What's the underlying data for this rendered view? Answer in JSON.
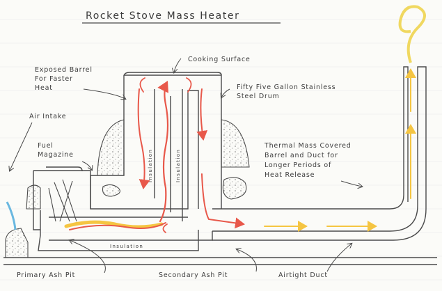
{
  "title": "Rocket Stove Mass Heater",
  "labels": {
    "cooking_surface": "Cooking Surface",
    "exposed_barrel_1": "Exposed Barrel",
    "exposed_barrel_2": "For Faster",
    "exposed_barrel_3": "Heat",
    "drum_1": "Fifty Five Gallon Stainless",
    "drum_2": "Steel Drum",
    "air_intake": "Air Intake",
    "fuel_1": "Fuel",
    "fuel_2": "Magazine",
    "mass_1": "Thermal Mass Covered",
    "mass_2": "Barrel and Duct for",
    "mass_3": "Longer Periods of",
    "mass_4": "Heat Release",
    "insulation_left": "Insulation",
    "insulation_right": "Insulation",
    "insulation_bottom": "Insulation",
    "primary_ash_pit": "Primary Ash Pit",
    "secondary_ash_pit": "Secondary Ash Pit",
    "airtight_duct": "Airtight Duct"
  },
  "colors": {
    "pencil": "#4a4a4a",
    "flame_red": "#e8584a",
    "flame_yellow": "#f5c542",
    "air_blue": "#6ab8e0",
    "smoke": "#f0d860",
    "mass_grey": "#9a9a9a"
  }
}
